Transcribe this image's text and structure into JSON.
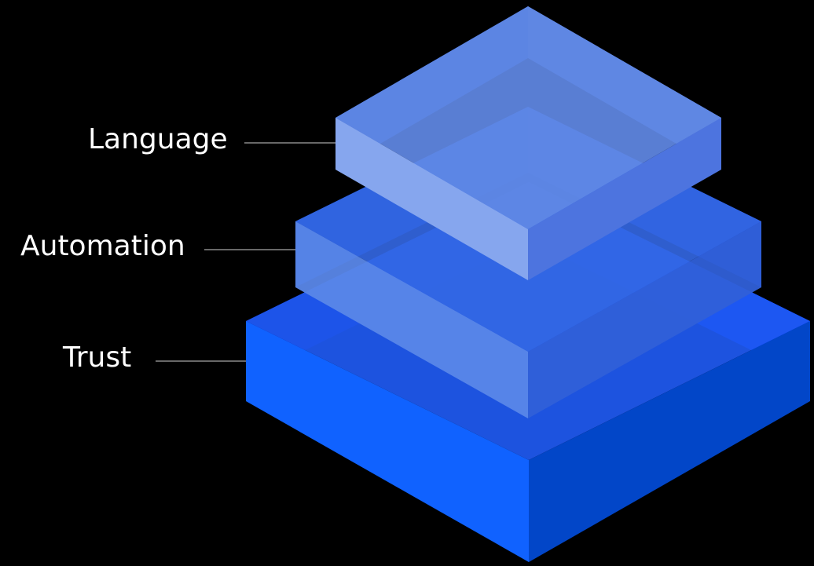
{
  "layers": [
    {
      "name": "Language"
    },
    {
      "name": "Automation"
    },
    {
      "name": "Trust"
    }
  ],
  "colors": {
    "background": "#000000",
    "label_text": "#ffffff",
    "connector_line": "#8a8a8a",
    "trust_top": "#1f5af2",
    "trust_left": "#1062ff",
    "trust_right": "#0246c8",
    "trust_back_left": "#000f7e",
    "trust_back_right": "#0036ea",
    "automation_top": "#3468e4",
    "automation_left": "#5a87e8",
    "automation_right": "#3060d8",
    "automation_back_left": "#1348d8",
    "automation_back_right": "#2050e0",
    "language_top": "#6189e5",
    "language_left": "#86a6ee",
    "language_right": "#4d74df",
    "language_back_left": "#3565da",
    "language_back_right": "#5b83e6"
  }
}
